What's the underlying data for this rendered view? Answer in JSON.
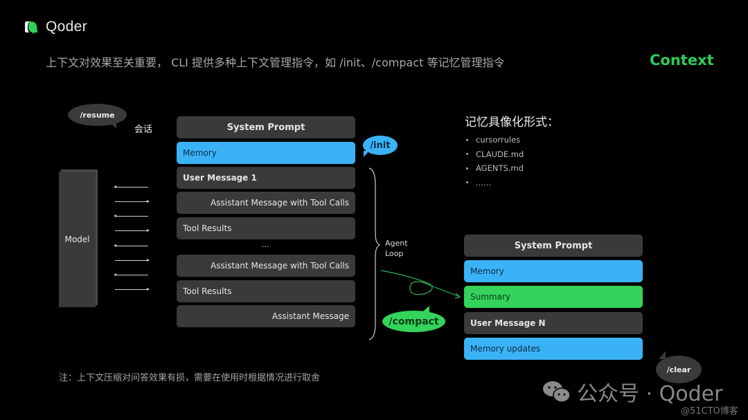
{
  "header": {
    "brand": "Qoder",
    "subtitle": "上下文对效果至关重要， CLI 提供多种上下文管理指令，如 /init、/compact 等记忆管理指令",
    "section_tag": "Context"
  },
  "colors": {
    "background": "#000000",
    "block_gray": "#3a3a3a",
    "block_blue": "#3bb2f6",
    "block_green": "#33d35c",
    "accent_green": "#2ecc5a"
  },
  "model": {
    "label": "Model"
  },
  "session": {
    "resume_bubble": "/resume",
    "session_label": "会话"
  },
  "context_stack": {
    "items": [
      {
        "label": "System Prompt",
        "type": "system"
      },
      {
        "label": "Memory",
        "type": "memory"
      },
      {
        "label": "User Message 1",
        "type": "user"
      },
      {
        "label": "Assistant Message with Tool Calls",
        "type": "assistant"
      },
      {
        "label": "Tool Results",
        "type": "tool"
      },
      {
        "label": "...",
        "type": "ellipsis"
      },
      {
        "label": "Assistant Message with Tool Calls",
        "type": "assistant"
      },
      {
        "label": "Tool Results",
        "type": "tool"
      },
      {
        "label": "Assistant Message",
        "type": "assistant"
      }
    ],
    "init_bubble": "/init",
    "loop_label_line1": "Agent",
    "loop_label_line2": "Loop"
  },
  "compact": {
    "bubble": "/compact"
  },
  "compacted_stack": {
    "items": [
      {
        "label": "System Prompt",
        "type": "system"
      },
      {
        "label": "Memory",
        "type": "memory"
      },
      {
        "label": "Summary",
        "type": "summary"
      },
      {
        "label": "User Message N",
        "type": "user"
      },
      {
        "label": "Memory updates",
        "type": "memory"
      }
    ],
    "clear_bubble": "/clear"
  },
  "memory_forms": {
    "title": "记忆具像化形式：",
    "items": [
      "cursorrules",
      "CLAUDE.md",
      "AGENTS.md",
      "......"
    ]
  },
  "footer": {
    "note": "注：上下文压缩对问答效果有损，需要在使用时根据情况进行取舍",
    "watermark": "公众号 · Qoder",
    "watermark_sub": "@51CTO博客"
  }
}
